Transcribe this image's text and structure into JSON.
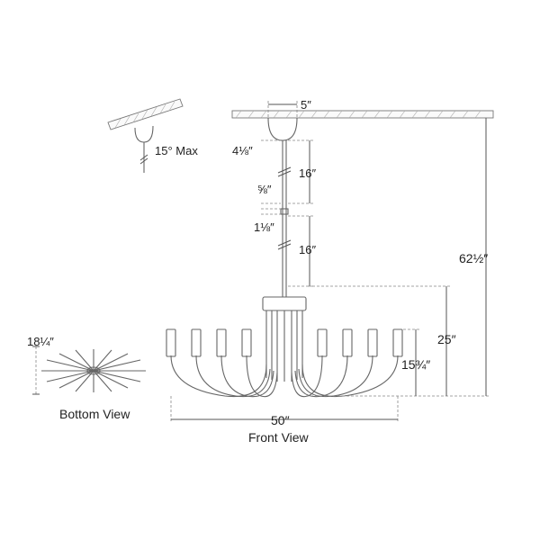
{
  "views": {
    "front_view_label": "Front View",
    "bottom_view_label": "Bottom View"
  },
  "dimensions": {
    "canopy_width": "5″",
    "canopy_height": "4⅛″",
    "rod_upper": "16″",
    "coupler_upper": "⅝″",
    "coupler_lower": "1⅛″",
    "rod_lower": "16″",
    "overall_height": "62½″",
    "fixture_height": "25″",
    "arm_height": "15¾″",
    "fixture_width": "50″",
    "bottom_diameter": "18¼″",
    "slope_max": "15° Max"
  }
}
